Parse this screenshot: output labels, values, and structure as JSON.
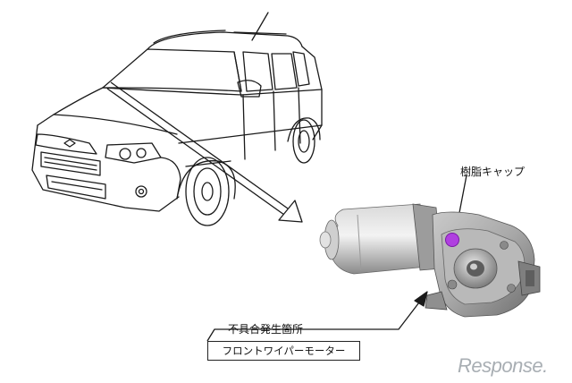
{
  "labels": {
    "resin_cap": "樹脂キャップ",
    "defect_location": "不具合発生箇所",
    "part_name": "フロントワイパーモーター"
  },
  "watermark": {
    "text": "Response."
  },
  "colors": {
    "highlight": "#b040e0",
    "line": "#222222",
    "motor_body": "#bfbfbf"
  },
  "icons": {
    "vehicle": "suv-line-drawing",
    "motor": "wiper-motor-photo"
  }
}
